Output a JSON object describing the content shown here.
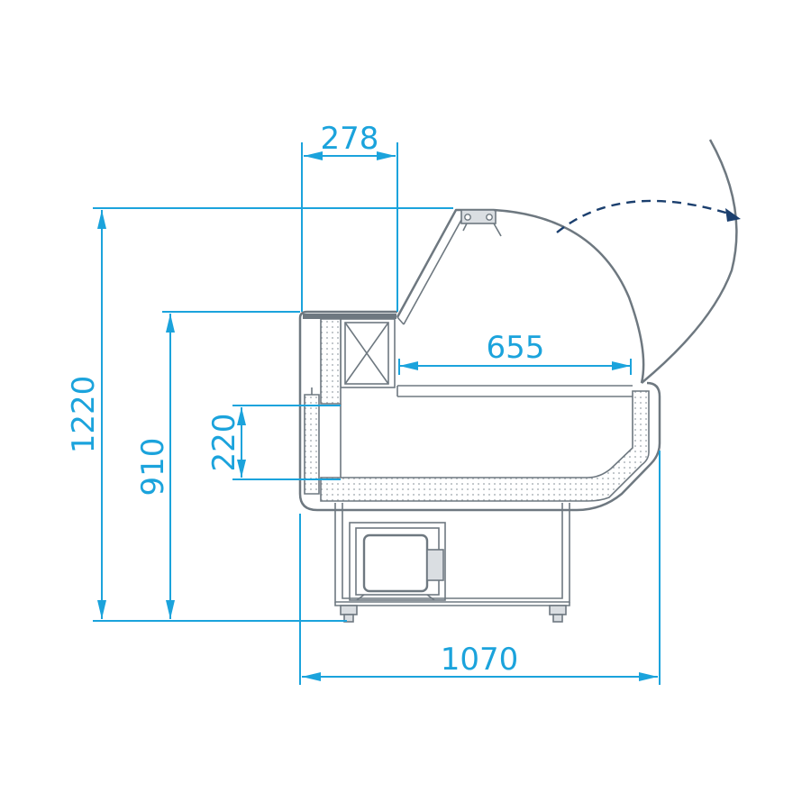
{
  "diagram": {
    "dimensions": {
      "overall_height": "1220",
      "counter_height": "910",
      "well_depth": "220",
      "top_shelf_width": "278",
      "display_depth": "655",
      "overall_width": "1070"
    },
    "colors": {
      "dimension": "#1ba3dc",
      "outline": "#6e7880",
      "swing_arrow": "#1b3f6e"
    }
  }
}
